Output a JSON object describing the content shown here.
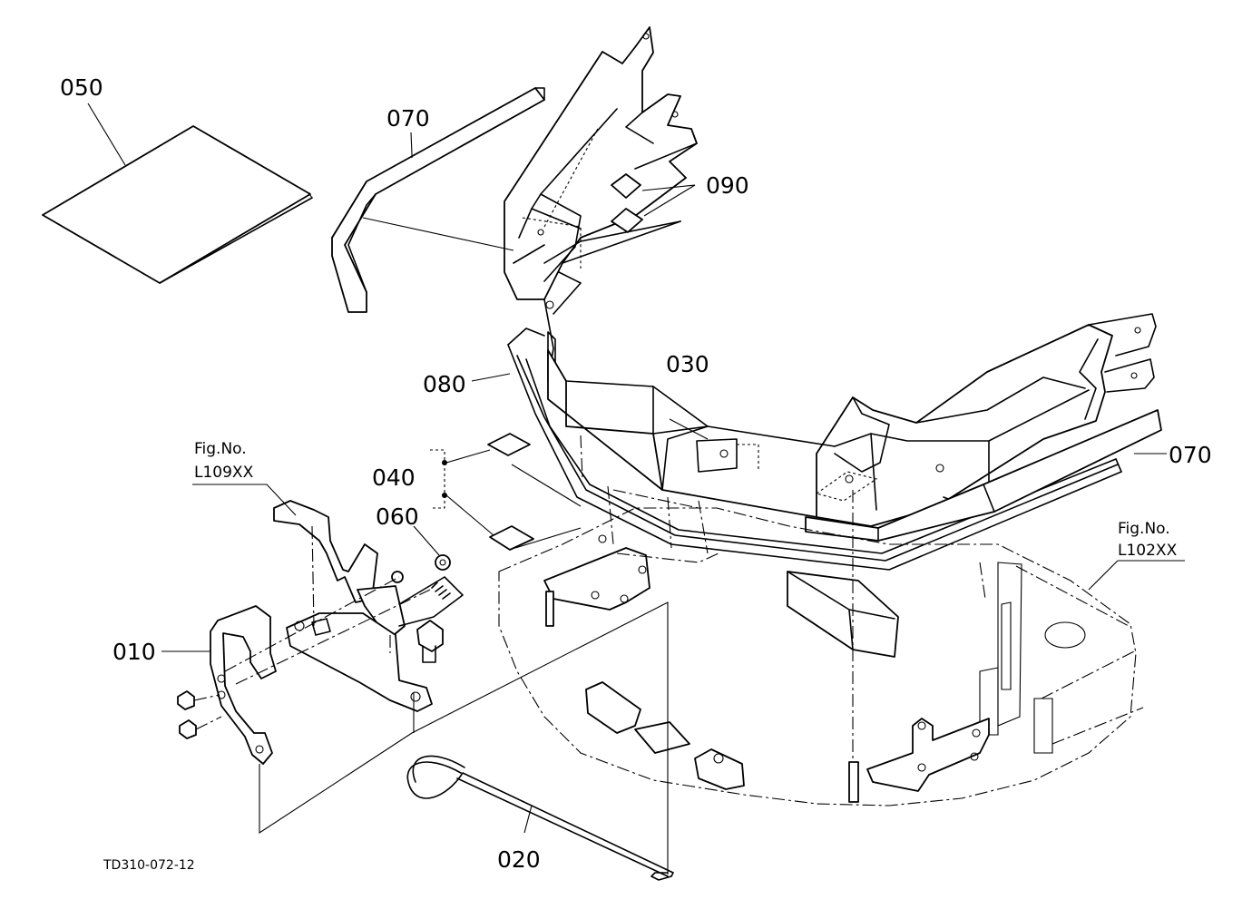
{
  "diagram": {
    "drawing_code": "TD310-072-12",
    "parts": {
      "p010": "010",
      "p020": "020",
      "p030": "030",
      "p040": "040",
      "p050": "050",
      "p060": "060",
      "p070a": "070",
      "p070b": "070",
      "p080": "080",
      "p090": "090"
    },
    "fig_refs": {
      "left_caption": "Fig.No.",
      "left_code": "L109XX",
      "right_caption": "Fig.No.",
      "right_code": "L102XX"
    }
  }
}
